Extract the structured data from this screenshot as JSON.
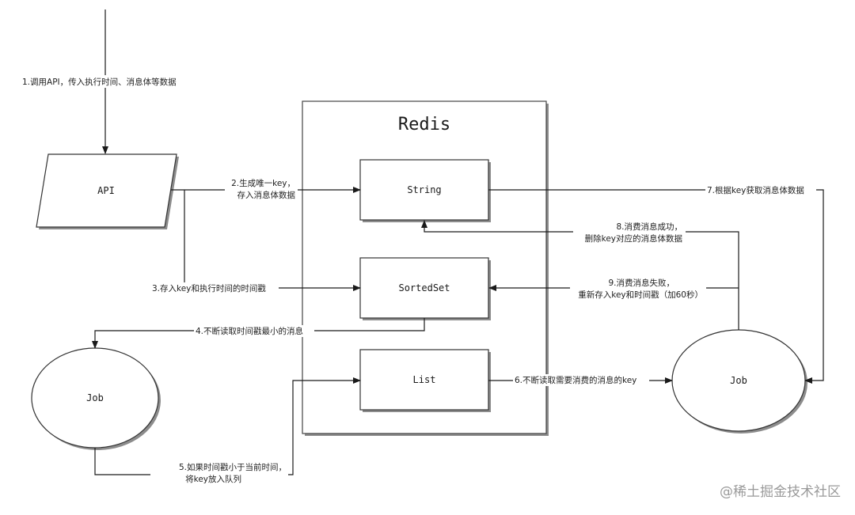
{
  "diagram": {
    "redis_title": "Redis",
    "nodes": {
      "api": "API",
      "string": "String",
      "sortedset": "SortedSet",
      "list": "List",
      "job_left": "Job",
      "job_right": "Job"
    },
    "edges": {
      "step1": "1.调用API，传入执行时间、消息体等数据",
      "step2_line1": "2.生成唯一key，",
      "step2_line2": "存入消息体数据",
      "step3": "3.存入key和执行时间的时间戳",
      "step4": "4.不断读取时间戳最小的消息",
      "step5_line1": "5.如果时间戳小于当前时间，",
      "step5_line2": "将key放入队列",
      "step6": "6.不断读取需要消费的消息的key",
      "step7": "7.根据key获取消息体数据",
      "step8_line1": "8.消费消息成功，",
      "step8_line2": "删除key对应的消息体数据",
      "step9_line1": "9.消费消息失败，",
      "step9_line2": "重新存入key和时间戳（加60秒）"
    },
    "watermark": "@稀土掘金技术社区"
  }
}
